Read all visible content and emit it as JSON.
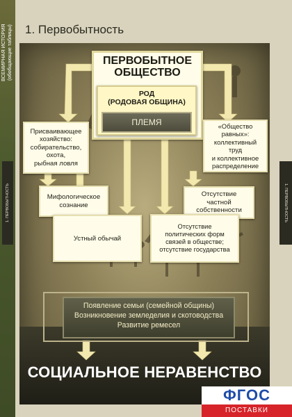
{
  "spine": {
    "series_title": "ВСЕМИРНАЯ ИСТОРИЯ",
    "series_subtitle": "(обобщающие таблицы)",
    "section_marker": "1. ПЕРВОБЫТНОСТЬ"
  },
  "page_title": "1. Первобытность",
  "diagram": {
    "top_title_line1": "ПЕРВОБЫТНОЕ",
    "top_title_line2": "ОБЩЕСТВО",
    "rod_line1": "РОД",
    "rod_line2": "(РОДОВАЯ ОБЩИНА)",
    "plemya": "ПЛЕМЯ",
    "left_box_lines": [
      "Присваивающее",
      "хозяйство:",
      "собирательство,",
      "охота,",
      "рыбная ловля"
    ],
    "right_box_lines": [
      "«Общество",
      "равных»:",
      "коллективный",
      "труд",
      "и коллективное",
      "распределение"
    ],
    "myth_lines": [
      "Мифологическое",
      "сознание"
    ],
    "property_lines": [
      "Отсутствие",
      "частной",
      "собственности"
    ],
    "oral": "Устный обычай",
    "political_lines": [
      "Отсутствие",
      "политических форм",
      "связей в обществе;",
      "отсутствие государства"
    ],
    "band_lines": [
      "Появление семьи (семейной общины)",
      "Возникновение земледелия и скотоводства",
      "Развитие ремесел"
    ],
    "bottom_title": "СОЦИАЛЬНОЕ НЕРАВЕНСТВО"
  },
  "logo": {
    "top": "ФГОС",
    "bottom": "ПОСТАВКИ"
  },
  "colors": {
    "box_fill": "#fffde9",
    "arrow_fill": "#f3e8ae",
    "band_fill": "#4e4e3a",
    "logo_blue": "#1e4ca8",
    "logo_red": "#d6242a"
  }
}
